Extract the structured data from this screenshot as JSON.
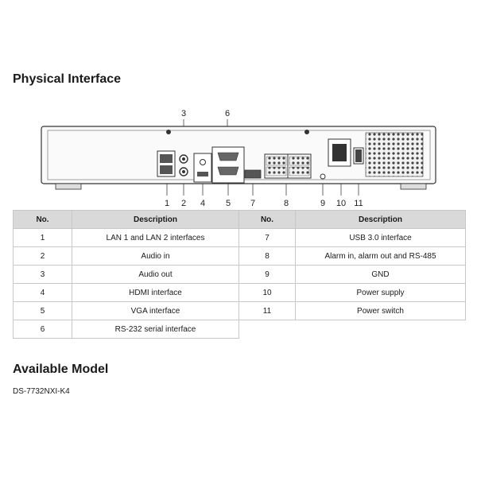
{
  "page": {
    "heading_physical": "Physical Interface",
    "heading_model": "Available Model",
    "model": "DS-7732NXI-K4"
  },
  "callouts": [
    "3",
    "6",
    "1",
    "2",
    "4",
    "5",
    "7",
    "8",
    "9",
    "10",
    "11"
  ],
  "table": {
    "headers": [
      "No.",
      "Description",
      "No.",
      "Description"
    ],
    "rows": [
      {
        "no_left": "1",
        "desc_left": "LAN 1 and LAN 2 interfaces",
        "no_right": "7",
        "desc_right": "USB 3.0 interface"
      },
      {
        "no_left": "2",
        "desc_left": "Audio in",
        "no_right": "8",
        "desc_right": "Alarm in, alarm out and RS-485"
      },
      {
        "no_left": "3",
        "desc_left": "Audio out",
        "no_right": "9",
        "desc_right": "GND"
      },
      {
        "no_left": "4",
        "desc_left": "HDMI interface",
        "no_right": "10",
        "desc_right": "Power supply"
      },
      {
        "no_left": "5",
        "desc_left": "VGA interface",
        "no_right": "11",
        "desc_right": "Power switch"
      },
      {
        "no_left": "6",
        "desc_left": "RS-232 serial interface",
        "no_right": "",
        "desc_right": ""
      }
    ]
  }
}
